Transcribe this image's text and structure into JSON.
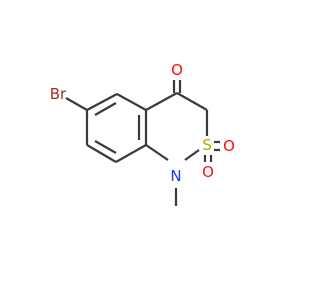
{
  "molecule": {
    "atoms": {
      "bromine": {
        "label": "Br",
        "color": "#a52a2a"
      },
      "ketone_oxygen": {
        "label": "O",
        "color": "#ff0d0d"
      },
      "sulfur": {
        "label": "S",
        "color": "#b8a400"
      },
      "sulfonyl_oxygen_1": {
        "label": "O",
        "color": "#ff0d0d"
      },
      "sulfonyl_oxygen_2": {
        "label": "O",
        "color": "#ff0d0d"
      },
      "nitrogen": {
        "label": "N",
        "color": "#1c39f5"
      }
    },
    "bond_color": "#3a3a3a",
    "background": "#ffffff"
  }
}
